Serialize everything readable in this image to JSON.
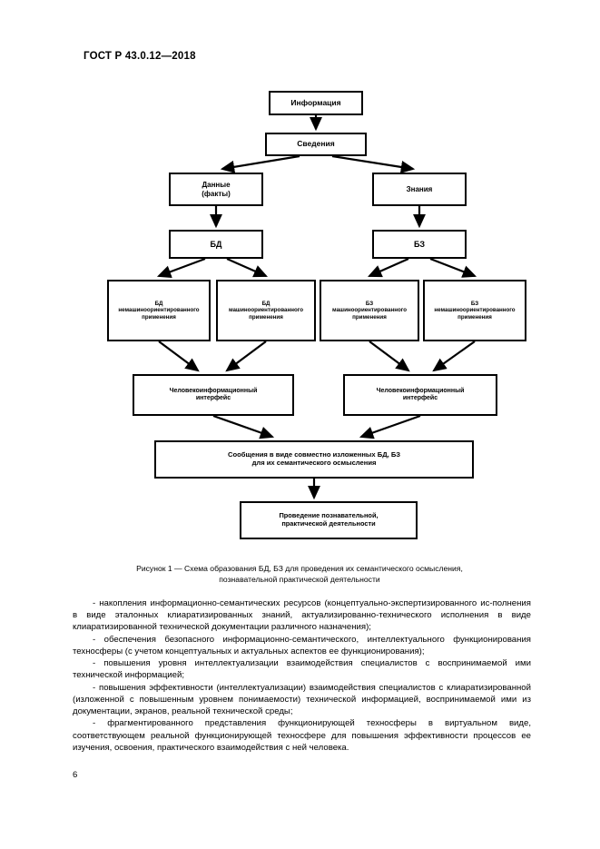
{
  "header": {
    "standard_id": "ГОСТ Р 43.0.12—2018"
  },
  "diagram": {
    "nodes": {
      "information": "Информация",
      "data_info": "Сведения",
      "data_facts_line1": "Данные",
      "data_facts_line2": "(факты)",
      "knowledge": "Знания",
      "db": "БД",
      "kb": "БЗ",
      "db_nonmachine_line1": "БД",
      "db_nonmachine_line2": "немашиноориентированного",
      "db_nonmachine_line3": "применения",
      "db_machine_line1": "БД",
      "db_machine_line2": "машиноориентированного",
      "db_machine_line3": "применения",
      "kb_machine_line1": "БЗ",
      "kb_machine_line2": "машиноориентированного",
      "kb_machine_line3": "применения",
      "kb_nonmachine_line1": "БЗ",
      "kb_nonmachine_line2": "немашиноориентированного",
      "kb_nonmachine_line3": "применения",
      "interface_left_line1": "Человекоинформационный",
      "interface_left_line2": "интерфейс",
      "interface_right_line1": "Человекоинформационный",
      "interface_right_line2": "интерфейс",
      "messages_line1": "Сообщения в виде совместно изложенных БД, БЗ",
      "messages_line2": "для их семантического осмысления",
      "activity_line1": "Проведение познавательной,",
      "activity_line2": "практической деятельности"
    }
  },
  "figure": {
    "caption_line1": "Рисунок 1 — Схема образования БД, БЗ для проведения их семантического осмысления,",
    "caption_line2": "познавательной практической деятельности"
  },
  "body": {
    "paragraphs": [
      "- накопления информационно-семантических ресурсов (концептуально-экспертизированного ис-полнения в виде эталонных клиаратизированных знаний, актуализированно-технического исполнения в виде клиаратизированной технической документации различного назначения);",
      "- обеспечения безопасного информационно-семантического, интеллектуального функционирования техносферы (с учетом концептуальных и актуальных аспектов ее функционирования);",
      "- повышения уровня интеллектуализации взаимодействия специалистов с воспринимаемой ими технической информацией;",
      "- повышения эффективности (интеллектуализации) взаимодействия специалистов с клиаратизированной (изложенной с повышенным уровнем понимаемости) технической информацией, воспринимаемой ими из документации, экранов, реальной технической среды;",
      "- фрагментированного представления функционирующей техносферы в виртуальном виде, соответствующем реальной функционирующей техносфере для повышения эффективности процессов ее изучения, освоения, практического взаимодействия с ней человека."
    ]
  },
  "footer": {
    "page_number": "6"
  }
}
